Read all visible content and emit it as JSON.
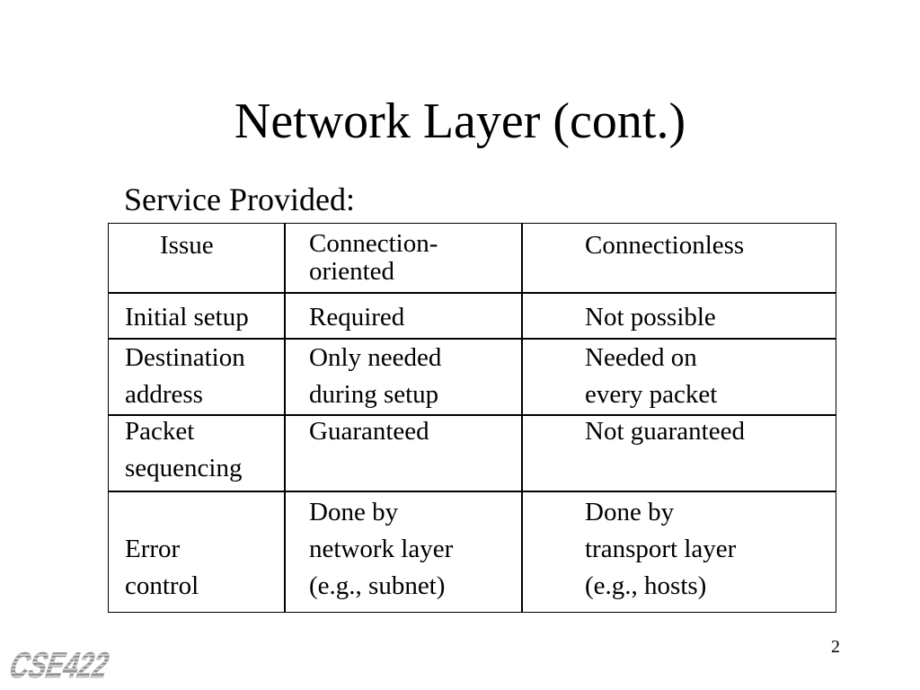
{
  "slide": {
    "title": "Network Layer (cont.)",
    "subtitle": "Service Provided:",
    "page_number": "2",
    "logo_text": "CSE422"
  },
  "table": {
    "headers": {
      "issue": "Issue",
      "connection_oriented": [
        "Connection-",
        "oriented"
      ],
      "connectionless": "Connectionless"
    },
    "rows": [
      {
        "issue": [
          "Initial setup"
        ],
        "connection_oriented": [
          "Required"
        ],
        "connectionless": [
          "Not possible"
        ]
      },
      {
        "issue": [
          "Destination",
          "address"
        ],
        "connection_oriented": [
          "Only needed",
          "during setup"
        ],
        "connectionless": [
          "Needed on",
          "every packet"
        ]
      },
      {
        "issue": [
          "Packet",
          "sequencing"
        ],
        "connection_oriented": [
          "Guaranteed"
        ],
        "connectionless": [
          "Not guaranteed"
        ]
      },
      {
        "issue": [
          "Error",
          "control"
        ],
        "connection_oriented": [
          "Done by",
          "network layer",
          "(e.g., subnet)"
        ],
        "connectionless": [
          "Done by",
          "transport layer",
          "(e.g., hosts)"
        ]
      }
    ]
  }
}
